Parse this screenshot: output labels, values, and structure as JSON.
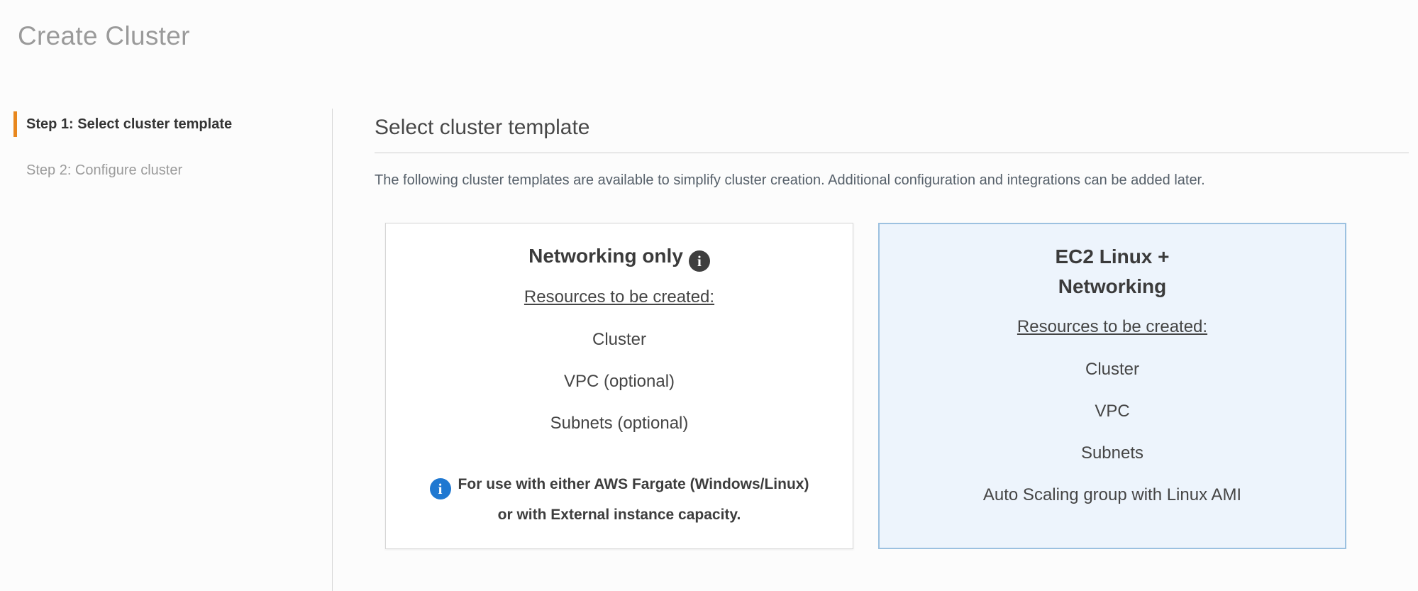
{
  "page": {
    "title": "Create Cluster"
  },
  "sidebar": {
    "steps": [
      {
        "label": "Step 1: Select cluster template",
        "state": "active"
      },
      {
        "label": "Step 2: Configure cluster",
        "state": "upcoming"
      }
    ]
  },
  "main": {
    "heading": "Select cluster template",
    "description": "The following cluster templates are available to simplify cluster creation. Additional configuration and integrations can be added later.",
    "cards": [
      {
        "title": "Networking only",
        "title_icon": "info-icon",
        "resources_heading": "Resources to be created:",
        "resources": [
          "Cluster",
          "VPC (optional)",
          "Subnets (optional)"
        ],
        "note_icon": "info-icon",
        "note_lines": [
          "For use with either AWS Fargate (Windows/Linux)",
          "or with External instance capacity."
        ],
        "selected": false
      },
      {
        "title_lines": [
          "EC2 Linux +",
          "Networking"
        ],
        "resources_heading": "Resources to be created:",
        "resources": [
          "Cluster",
          "VPC",
          "Subnets",
          "Auto Scaling group with Linux AMI"
        ],
        "selected": true
      }
    ]
  },
  "icons": {
    "info_glyph": "i"
  },
  "colors": {
    "step_accent_orange": "#e8871e",
    "selected_card_border": "#9cc1e0",
    "selected_card_bg": "#edf4fc",
    "info_icon_dark": "#3f3f3f",
    "info_icon_blue": "#1f78d1",
    "page_title_gray": "#9a9a9a"
  }
}
